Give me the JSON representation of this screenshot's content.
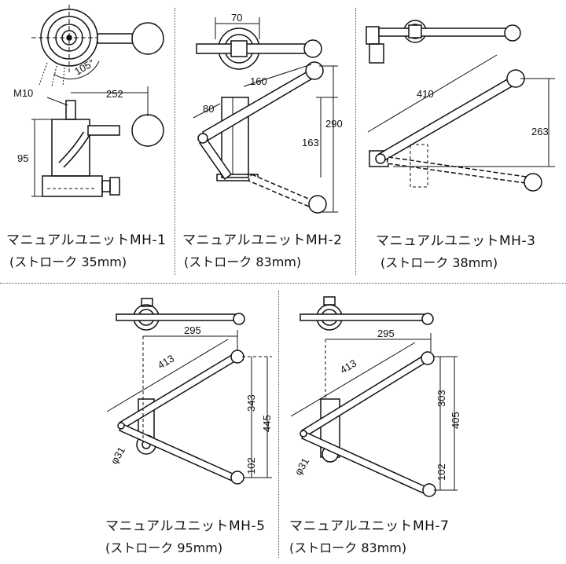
{
  "units": [
    {
      "id": "mh1",
      "title": "マニュアルユニットMH-1",
      "stroke": "(ストローク  35mm)",
      "dims": {
        "thread": "M10",
        "width": "252",
        "height": "95",
        "angle": "105°"
      }
    },
    {
      "id": "mh2",
      "title": "マニュアルユニットMH-2",
      "stroke": "(ストローク  83mm)",
      "dims": {
        "top": "70",
        "arm": "160",
        "short": "80",
        "h_total": "290",
        "h_low": "163"
      }
    },
    {
      "id": "mh3",
      "title": "マニュアルユニットMH-3",
      "stroke": "(ストローク  38mm)",
      "dims": {
        "arm": "410",
        "height": "263"
      }
    },
    {
      "id": "mh5",
      "title": "マニュアルユニットMH-5",
      "stroke": "(ストローク  95mm)",
      "dims": {
        "width": "295",
        "arm": "413",
        "h_upper": "343",
        "h_total": "445",
        "h_lower": "102",
        "dia": "φ31"
      }
    },
    {
      "id": "mh7",
      "title": "マニュアルユニットMH-7",
      "stroke": "(ストローク  83mm)",
      "dims": {
        "width": "295",
        "arm": "413",
        "h_upper": "303",
        "h_total": "405",
        "h_lower": "102",
        "dia": "φ31"
      }
    }
  ]
}
